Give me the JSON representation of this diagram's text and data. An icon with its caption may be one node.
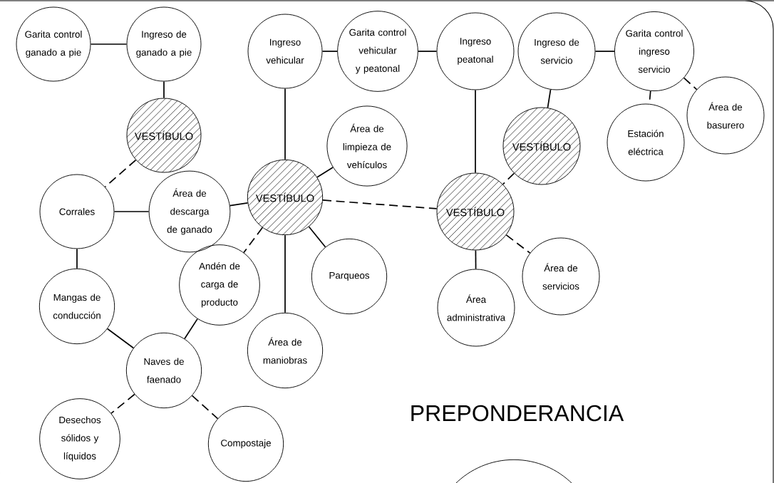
{
  "diagram": {
    "nodes": [
      {
        "text": [
          "Garita control ganado a pie"
        ]
      },
      {
        "text": [
          "Ingreso de ganado a pie"
        ]
      },
      {
        "text": [
          "Ingreso vehicular"
        ]
      },
      {
        "text": [
          "Garita control vehicular y peatonal"
        ]
      },
      {
        "text": [
          "Ingreso peatonal"
        ]
      },
      {
        "text": [
          "Ingreso de servicio"
        ]
      },
      {
        "text": [
          "Garita control ingreso servicio"
        ]
      },
      {
        "text": [
          "VESTÍBULO"
        ]
      },
      {
        "text": [
          "Área de limpieza de vehículos"
        ]
      },
      {
        "text": [
          "VESTÍBULO"
        ]
      },
      {
        "text": [
          "Estación eléctrica"
        ]
      },
      {
        "text": [
          "Área de basurero"
        ]
      },
      {
        "text": [
          "Corrales"
        ]
      },
      {
        "text": [
          "Área de descarga de ganado"
        ]
      },
      {
        "text": [
          "VESTÍBULO"
        ]
      },
      {
        "text": [
          "VESTÍBULO"
        ]
      },
      {
        "text": [
          "Andén de carga de producto"
        ]
      },
      {
        "text": [
          "Parqueos"
        ]
      },
      {
        "text": [
          "Mangas de conducción"
        ]
      },
      {
        "text": [
          "Área administrativa"
        ]
      },
      {
        "text": [
          "Área de servicios"
        ]
      },
      {
        "text": [
          "Área de maniobras"
        ]
      },
      {
        "text": [
          "Naves de faenado"
        ]
      },
      {
        "text": [
          "Desechos sólidos y líquidos"
        ]
      },
      {
        "text": [
          "Compostaje"
        ]
      },
      {
        "text": [],
        "shape": "circle"
      }
    ],
    "edges": [
      {
        "from": 0,
        "to": 1,
        "arrow": "none"
      },
      {
        "from": 1,
        "to": 7,
        "arrow": "none"
      },
      {
        "from": 7,
        "to": 12,
        "arrow": "none",
        "style": "dashed"
      },
      {
        "from": 12,
        "to": 13,
        "arrow": "none"
      },
      {
        "from": 13,
        "to": 14,
        "arrow": "none"
      },
      {
        "from": 2,
        "to": 14,
        "arrow": "none"
      },
      {
        "from": 2,
        "to": 3,
        "arrow": "none"
      },
      {
        "from": 3,
        "to": 4,
        "arrow": "none"
      },
      {
        "from": 14,
        "to": 8,
        "arrow": "none"
      },
      {
        "from": 14,
        "to": 15,
        "arrow": "none",
        "style": "dashed"
      },
      {
        "from": 4,
        "to": 15,
        "arrow": "none"
      },
      {
        "from": 5,
        "to": 9,
        "arrow": "none"
      },
      {
        "from": 5,
        "to": 6,
        "arrow": "none"
      },
      {
        "from": 6,
        "to": 10,
        "arrow": "none",
        "style": "dashed"
      },
      {
        "from": 6,
        "to": 11,
        "arrow": "none",
        "style": "dashed"
      },
      {
        "from": 9,
        "to": 15,
        "arrow": "none",
        "style": "dashed"
      },
      {
        "from": 14,
        "to": 16,
        "arrow": "none",
        "style": "dashed"
      },
      {
        "from": 14,
        "to": 21,
        "arrow": "none"
      },
      {
        "from": 14,
        "to": 17,
        "arrow": "none"
      },
      {
        "from": 12,
        "to": 18,
        "arrow": "none"
      },
      {
        "from": 18,
        "to": 22,
        "arrow": "none"
      },
      {
        "from": 16,
        "to": 22,
        "arrow": "none"
      },
      {
        "from": 22,
        "to": 23,
        "arrow": "none",
        "style": "dashed"
      },
      {
        "from": 22,
        "to": 24,
        "arrow": "none",
        "style": "dashed"
      },
      {
        "from": 15,
        "to": 19,
        "arrow": "none"
      },
      {
        "from": 15,
        "to": 20,
        "arrow": "none",
        "style": "dashed"
      }
    ],
    "labels": [
      "PREPONDERANCIA"
    ]
  }
}
